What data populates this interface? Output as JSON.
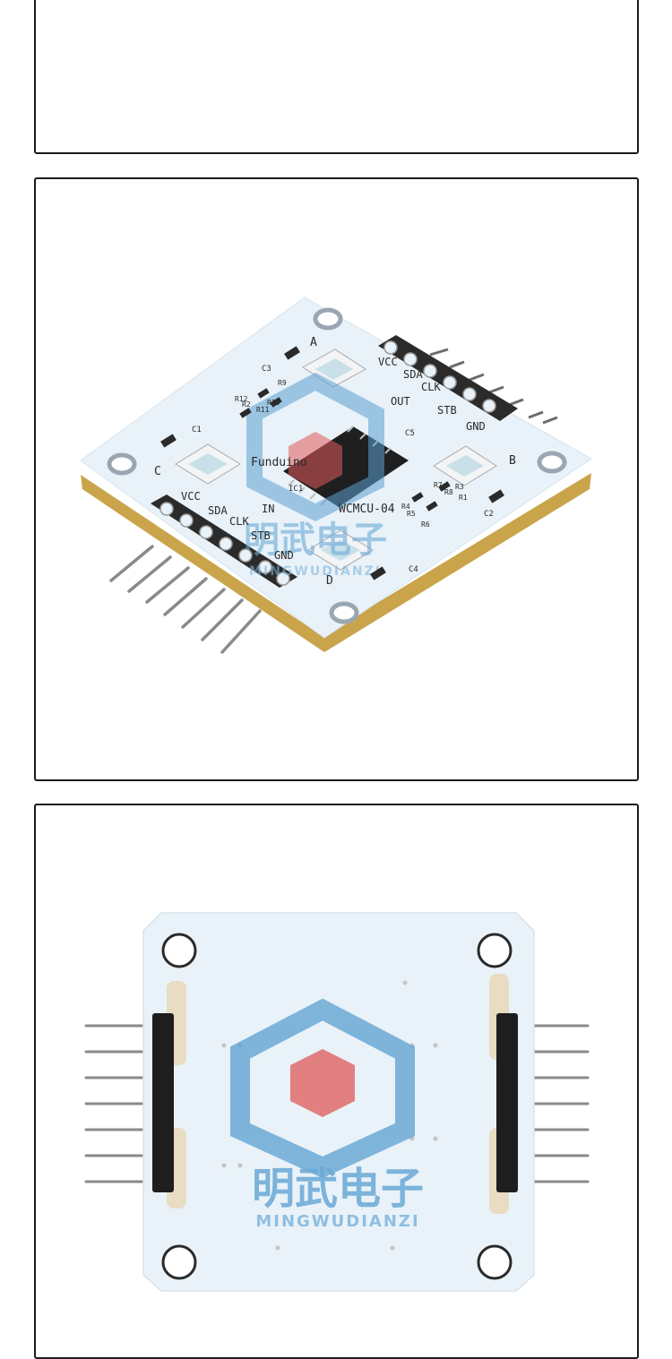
{
  "board_front": {
    "model_label": "WCMCU-04",
    "brand_label": "Funduino",
    "ic_label": "IC1",
    "led_labels": [
      "A",
      "B",
      "C",
      "D"
    ],
    "cap_labels": [
      "C1",
      "C2",
      "C3",
      "C4",
      "C5"
    ],
    "resistor_labels": [
      "R1",
      "R2",
      "R3",
      "R4",
      "R5",
      "R6",
      "R7",
      "R8",
      "R9",
      "R10",
      "R11",
      "R12"
    ],
    "out_header": {
      "title": "OUT",
      "pins": [
        "VCC",
        "SDA",
        "CLK",
        "STB",
        "GND"
      ]
    },
    "in_header": {
      "title": "IN",
      "pins": [
        "VCC",
        "SDA",
        "CLK",
        "STB",
        "GND"
      ]
    }
  },
  "watermark": {
    "chinese": "明武电子",
    "latin": "MINGWUDIANZI"
  },
  "colors": {
    "pcb": "#e9f2f8",
    "pcb_edge": "#c9a44a",
    "watermark": "#5b9fd1",
    "watermark_cube": "#e05a5a"
  }
}
